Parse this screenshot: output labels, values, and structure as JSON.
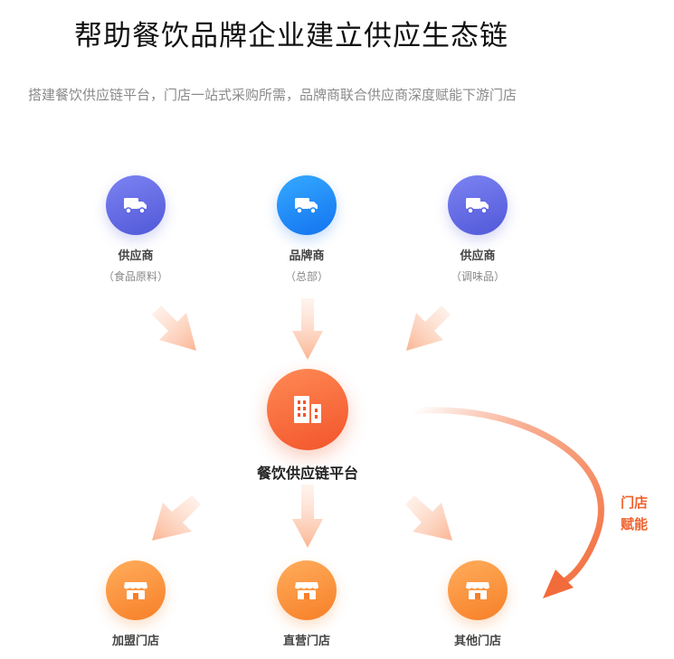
{
  "title": "帮助餐饮品牌企业建立供应生态链",
  "subtitle": "搭建餐饮供应链平台，门店一站式采购所需，品牌商联合供应商深度赋能下游门店",
  "top_nodes": [
    {
      "label": "供应商",
      "sublabel": "（食品原料）",
      "icon": "truck-icon",
      "color": "#5a61e0"
    },
    {
      "label": "品牌商",
      "sublabel": "（总部）",
      "icon": "truck-icon",
      "color": "#1f86f5"
    },
    {
      "label": "供应商",
      "sublabel": "（调味品）",
      "icon": "truck-icon",
      "color": "#5a61e0"
    }
  ],
  "center_node": {
    "label": "餐饮供应链平台",
    "icon": "building-icon",
    "color": "#f2542a"
  },
  "bottom_nodes": [
    {
      "label": "加盟门店",
      "icon": "store-icon"
    },
    {
      "label": "直营门店",
      "icon": "store-icon"
    },
    {
      "label": "其他门店",
      "icon": "store-icon"
    }
  ],
  "side_label": {
    "line1": "门店",
    "line2": "赋能"
  },
  "colors": {
    "arrow": "#fbb593",
    "curve": "#f26b3a",
    "accent": "#f0632f"
  }
}
